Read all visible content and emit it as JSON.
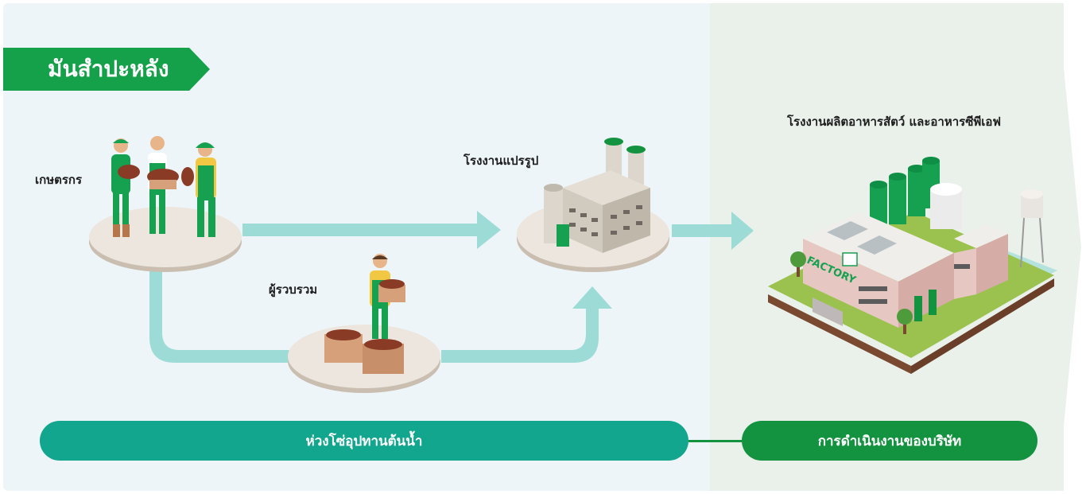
{
  "title": "มันสำปะหลัง",
  "nodes": {
    "farmers": "เกษตรกร",
    "collectors": "ผู้รวบรวม",
    "processing_plant": "โรงงานแปรรูป",
    "feed_factory": "โรงงานผลิตอาหารสัตว์ และอาหารซีพีเอฟ"
  },
  "factory_sign": "FACTORY",
  "bars": {
    "upstream": "ห่วงโซ่อุปทานต้นน้ำ",
    "company": "การดำเนินงานของบริษัท"
  },
  "colors": {
    "brand_green": "#14a14a",
    "teal": "#11a68d",
    "dark_green": "#13923f",
    "arrow": "#9ddcd6"
  }
}
